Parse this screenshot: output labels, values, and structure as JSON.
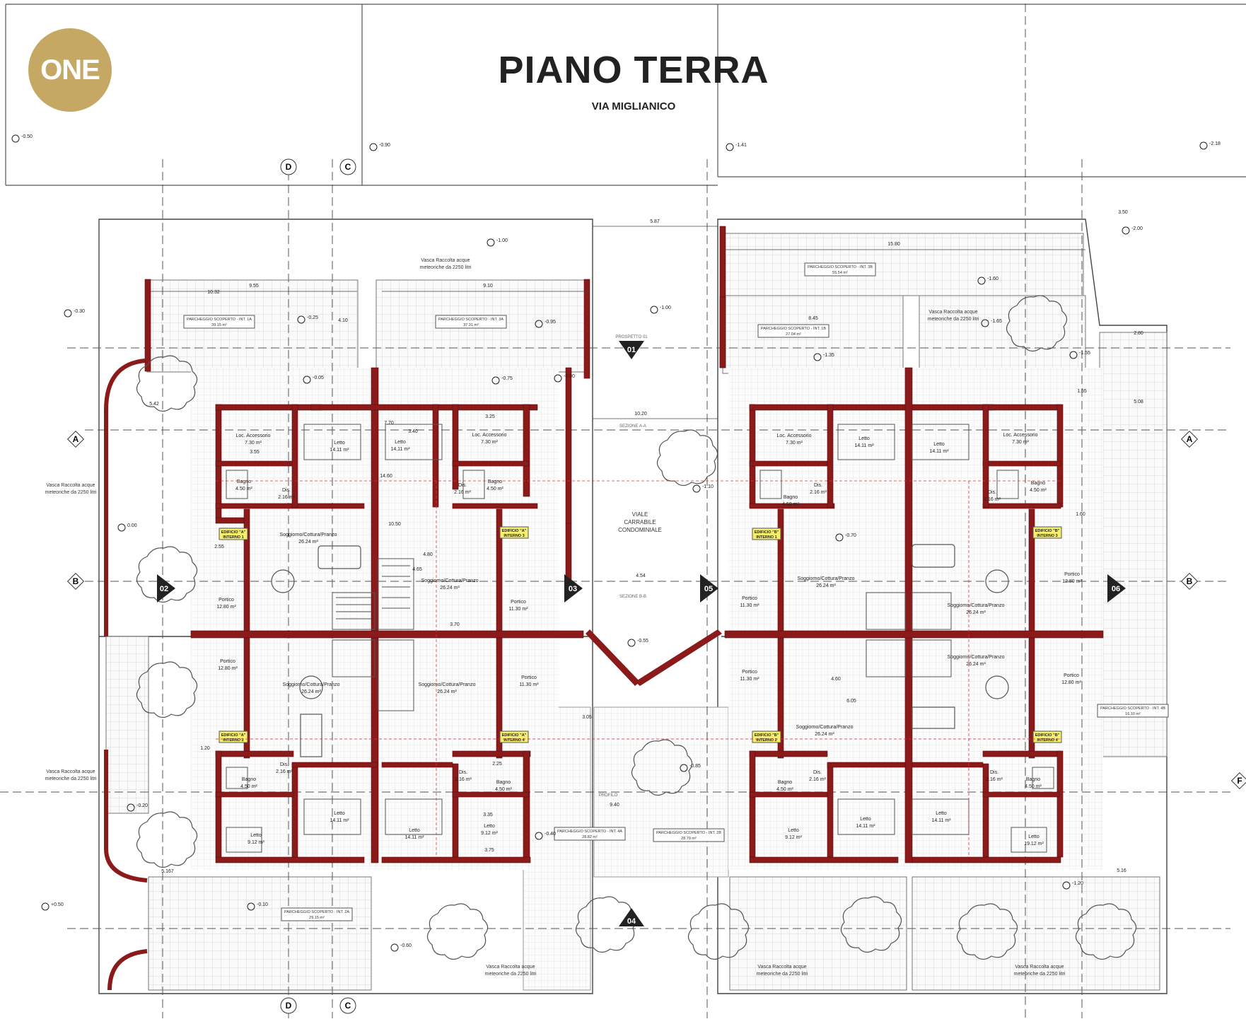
{
  "header": {
    "logo_text": "ONE",
    "title": "PIANO TERRA",
    "subtitle": "VIA MIGLIANICO"
  },
  "colors": {
    "wall": "#8b1a1a",
    "grid_tile": "#dddddd",
    "line": "#444444",
    "logo_gold": "#c6a865",
    "tag_yellow": "#f6ef6c"
  },
  "grid_labels": {
    "d": "D",
    "c": "C",
    "a": "A",
    "b": "B",
    "f": "F"
  },
  "section_markers": {
    "s01": "01",
    "s02": "02",
    "s03": "03",
    "s04": "04",
    "s05": "05",
    "s06": "06"
  },
  "section_texts": {
    "prospetto_01": "PROSPETTO 01",
    "sezione_aa": "SEZIONE A-A",
    "sezione_bb": "SEZIONE B-B",
    "profilo": "PROFILO"
  },
  "road": {
    "line1": "VIALE",
    "line2": "CARRABILE",
    "line3": "CONDOMINIALE"
  },
  "parking": {
    "p1a": {
      "name": "PARCHEGGIO SCOPERTO - INT. 1A",
      "area": "39.15 m²"
    },
    "p3a": {
      "name": "PARCHEGGIO SCOPERTO - INT. 3A",
      "area": "37.31 m²"
    },
    "p3b": {
      "name": "PARCHEGGIO SCOPERTO - INT. 3B",
      "area": "55.54 m²"
    },
    "p1b": {
      "name": "PARCHEGGIO SCOPERTO - INT. 1B",
      "area": "27.04 m²"
    },
    "p2a": {
      "name": "PARCHEGGIO SCOPERTO - INT. 2A",
      "area": "29.15 m²"
    },
    "p4a": {
      "name": "PARCHEGGIO SCOPERTO - INT. 4A",
      "area": "28.82 m²"
    },
    "p2b": {
      "name": "PARCHEGGIO SCOPERTO - INT. 2B",
      "area": "28.79 m²"
    },
    "p4b": {
      "name": "PARCHEGGIO SCOPERTO - INT. 4B",
      "area": "16.10 m²"
    }
  },
  "tanks": {
    "line1": "Vasca Raccolta acque",
    "line2": "meteoriche da 2250 litri"
  },
  "tags": {
    "a1": {
      "l1": "EDIFICIO \"A\"",
      "l2": "INTERNO 1"
    },
    "a3": {
      "l1": "EDIFICIO \"A\"",
      "l2": "INTERNO 3"
    },
    "a2": {
      "l1": "EDIFICIO \"A\"",
      "l2": "INTERNO 2"
    },
    "a4": {
      "l1": "EDIFICIO \"A\"",
      "l2": "INTERNO 4"
    },
    "b1": {
      "l1": "EDIFICIO \"B\"",
      "l2": "INTERNO 1"
    },
    "b3": {
      "l1": "EDIFICIO \"B\"",
      "l2": "INTERNO 3"
    },
    "b2": {
      "l1": "EDIFICIO \"B\"",
      "l2": "INTERNO 2"
    },
    "b4": {
      "l1": "EDIFICIO \"B\"",
      "l2": "INTERNO 4"
    }
  },
  "rooms": {
    "a1_loc": {
      "name": "Loc. Accessorio",
      "area": "7.30 m²"
    },
    "a1_letto": {
      "name": "Letto",
      "area": "14.11 m²"
    },
    "a1_bagno": {
      "name": "Bagno",
      "area": "4.50 m²"
    },
    "a1_dis": {
      "name": "Dis.",
      "area": "2.16 m²"
    },
    "a1_sog": {
      "name": "Soggiorno/Cottura/Pranzo",
      "area": "26.24 m²"
    },
    "a1_port": {
      "name": "Portico",
      "area": "12.80 m²"
    },
    "a3_letto": {
      "name": "Letto",
      "area": "14.11 m²"
    },
    "a3_loc": {
      "name": "Loc. Accessorio",
      "area": "7.30 m²"
    },
    "a3_dis": {
      "name": "Dis.",
      "area": "2.16 m²"
    },
    "a3_bagno": {
      "name": "Bagno",
      "area": "4.50 m²"
    },
    "a3_sog": {
      "name": "Soggiorno/Cottura/Pranzo",
      "area": "26.24 m²"
    },
    "a3_port": {
      "name": "Portico",
      "area": "11.30 m²"
    },
    "a2_port": {
      "name": "Portico",
      "area": "12.80 m²"
    },
    "a2_sog": {
      "name": "Soggiorno/Cottura/Pranzo",
      "area": "26.24 m²"
    },
    "a2_bagno": {
      "name": "Bagno",
      "area": "4.50 m²"
    },
    "a2_dis": {
      "name": "Dis.",
      "area": "2.16 m²"
    },
    "a2_letto": {
      "name": "Letto",
      "area": "14.11 m²"
    },
    "a2_letto2": {
      "name": "Letto",
      "area": "9.12 m²"
    },
    "a4_sog": {
      "name": "Soggiorno/Cottura/Pranzo",
      "area": "26.24 m²"
    },
    "a4_port": {
      "name": "Portico",
      "area": "11.30 m²"
    },
    "a4_dis": {
      "name": "Dis.",
      "area": "2.16 m²"
    },
    "a4_bagno": {
      "name": "Bagno",
      "area": "4.50 m²"
    },
    "a4_letto": {
      "name": "Letto",
      "area": "14.11 m²"
    },
    "a4_letto2": {
      "name": "Letto",
      "area": "9.12 m²"
    },
    "b1_loc": {
      "name": "Loc. Accessorio",
      "area": "7.30 m²"
    },
    "b1_letto": {
      "name": "Letto",
      "area": "14.11 m²"
    },
    "b1_bagno": {
      "name": "Bagno",
      "area": "4.50 m²"
    },
    "b1_dis": {
      "name": "Dis.",
      "area": "2.16 m²"
    },
    "b1_sog": {
      "name": "Soggiorno/Cottura/Pranzo",
      "area": "26.24 m²"
    },
    "b1_port": {
      "name": "Portico",
      "area": "11.30 m²"
    },
    "b3_letto": {
      "name": "Letto",
      "area": "14.11 m²"
    },
    "b3_loc": {
      "name": "Loc. Accessorio",
      "area": "7.30 m²"
    },
    "b3_dis": {
      "name": "Dis.",
      "area": "2.16 m²"
    },
    "b3_bagno": {
      "name": "Bagno",
      "area": "4.50 m²"
    },
    "b3_port": {
      "name": "Portico",
      "area": "12.80 m²"
    },
    "b3_sog": {
      "name": "Soggiorno/Cottura/Pranzo",
      "area": "26.24 m²"
    },
    "b2_port": {
      "name": "Portico",
      "area": "11.30 m²"
    },
    "b2_sog": {
      "name": "Soggiorno/Cottura/Pranzo",
      "area": "26.24 m²"
    },
    "b2_bagno": {
      "name": "Bagno",
      "area": "4.50 m²"
    },
    "b2_dis": {
      "name": "Dis.",
      "area": "2.16 m²"
    },
    "b2_letto2": {
      "name": "Letto",
      "area": "9.12 m²"
    },
    "b2_letto": {
      "name": "Letto",
      "area": "14.11 m²"
    },
    "b4_sog": {
      "name": "Soggiorno/Cottura/Pranzo",
      "area": "26.24 m²"
    },
    "b4_port": {
      "name": "Portico",
      "area": "12.80 m²"
    },
    "b4_dis": {
      "name": "Dis.",
      "area": "2.16 m²"
    },
    "b4_bagno": {
      "name": "Bagno",
      "area": "4.50 m²"
    },
    "b4_letto": {
      "name": "Letto",
      "area": "14.11 m²"
    },
    "b4_letto2": {
      "name": "Letto",
      "area": "19.12 m²"
    }
  },
  "levels": {
    "l1": "-0.50",
    "l2": "-0.90",
    "l3": "-1.41",
    "l4": "-2.18",
    "l5": "-1.00",
    "l6": "-0.95",
    "l7": "-1.00",
    "l8": "-2.00",
    "l9": "-1.60",
    "l10": "-0.30",
    "l11": "-0.25",
    "l12": "-1.65",
    "l13": "-1.35",
    "l14": "-1.55",
    "l15": "-0.05",
    "l16": "-0.75",
    "l17": "-0.90",
    "l18": "-0.20",
    "l19": "-0.55",
    "l20": "-0.85",
    "l21": "-0.40",
    "l22": "-0.10",
    "l23": "+0.50",
    "l24": "-0.60",
    "l25": "0.00",
    "l26": "-0.70",
    "l27": "-1.20",
    "l28": "-1.10"
  },
  "dims": {
    "d1": "9.55",
    "d2": "9.10",
    "d3": "5.87",
    "d4": "15.80",
    "d5": "3.50",
    "d6": "8.45",
    "d7": "10.20",
    "d8": "4.54",
    "d9": "5.42",
    "d10": "5.08",
    "d11": "10.50",
    "d12": "3.70",
    "d13": "3.40",
    "d14": "4.65",
    "d15": "4.80",
    "d16": "3.25",
    "d17": "3.55",
    "d18": "14.60",
    "d19": "7.70",
    "d20": "2.80",
    "d21": "3.05",
    "d22": "9.40",
    "d23": "5.16",
    "d24": "5.167",
    "d25": "3.35",
    "d26": "3.75",
    "d27": "2.55",
    "d28": "1.20",
    "d29": "4.60",
    "d30": "6.05",
    "d31": "4.10",
    "d32": "10.32",
    "d33": "2.25",
    "d34": "1.55",
    "d35": "1.60"
  }
}
